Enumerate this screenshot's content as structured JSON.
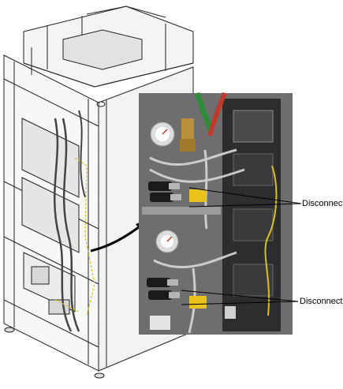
{
  "callouts": [
    {
      "id": "upper",
      "label": "Disconnect"
    },
    {
      "id": "lower",
      "label": "Disconnect"
    }
  ],
  "colors": {
    "line_art": "#222222",
    "cabinet_fill": "#f4f4f4",
    "photo_gray": "#6e6e70",
    "photo_dark": "#2d2d2f",
    "hose_green": "#2f8a3a",
    "hose_red": "#c0392b",
    "brass": "#b8913a",
    "wire_yellow": "#d8c21a",
    "label_yellow": "#e9c21b"
  },
  "icons": [
    "pressure-gauge-icon",
    "quick-disconnect-icon",
    "arrow-icon"
  ]
}
